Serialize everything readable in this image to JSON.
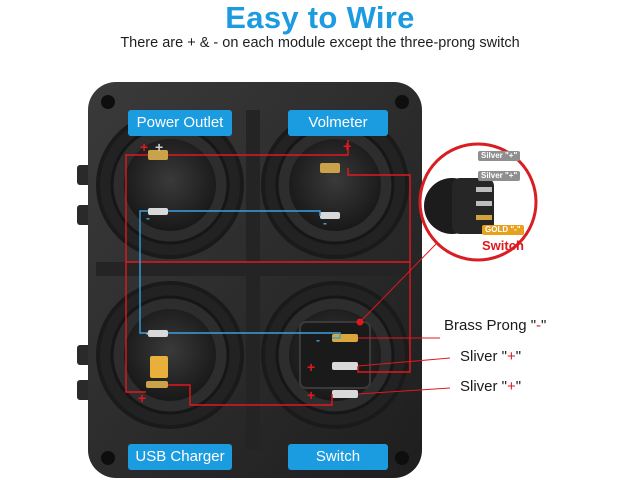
{
  "header": {
    "title": "Easy to Wire",
    "subtitle": "There are + & - on each module except the three-prong switch"
  },
  "modules": {
    "power_outlet": "Power Outlet",
    "voltmeter": "Volmeter",
    "usb_charger": "USB Charger",
    "switch": "Switch"
  },
  "callouts": {
    "brass_prong": {
      "text": "Brass Prong \"",
      "sym": "-",
      "end": "\""
    },
    "sliver_1": {
      "text": "Sliver \"",
      "sym": "+",
      "end": "\""
    },
    "sliver_2": {
      "text": "Sliver \"",
      "sym": "+",
      "end": "\""
    }
  },
  "inset": {
    "silver_1": "Silver \"+\"",
    "silver_2": "Silver \"+\"",
    "gold": "GOLD \"-\"",
    "switch": "Switch"
  },
  "colors": {
    "accent": "#1b9be0",
    "wire_red": "#e0191e",
    "wire_blue": "#3aa0e0",
    "panel": "#2a2a2a"
  }
}
